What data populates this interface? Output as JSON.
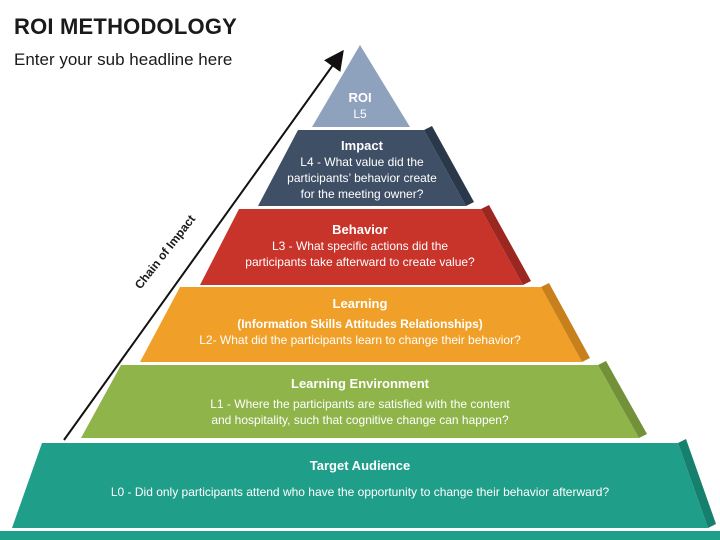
{
  "title": "ROI METHODOLOGY",
  "subtitle": "Enter your sub headline here",
  "chain_label": "Chain of Impact",
  "levels": [
    {
      "name": "ROI",
      "lines": [
        "L5"
      ],
      "color": "#8fa2bd"
    },
    {
      "name": "Impact",
      "lines": [
        "L4 - What value did the",
        "participants’ behavior create",
        "for the meeting owner?"
      ],
      "color": "#3e4f66"
    },
    {
      "name": "Behavior",
      "lines": [
        "L3 - What specific actions did the",
        "participants take afterward to create value?"
      ],
      "color": "#c8332a"
    },
    {
      "name": "Learning",
      "lines": [
        "(Information Skills Attitudes Relationships)",
        "L2- What did the participants learn to change their behavior?"
      ],
      "color": "#f0a028"
    },
    {
      "name": "Learning Environment",
      "lines": [
        "L1 - Where the participants are satisfied with the content",
        "and hospitality, such that cognitive change can happen?"
      ],
      "color": "#8fb44a"
    },
    {
      "name": "Target Audience",
      "lines": [
        "L0 - Did only participants attend who have the opportunity to change their behavior afterward?"
      ],
      "color": "#1f9e8a"
    }
  ]
}
